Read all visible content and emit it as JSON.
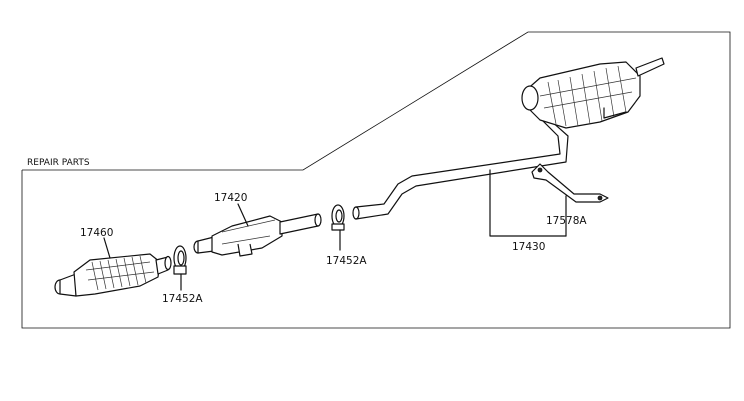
{
  "diagram": {
    "section_label": "REPAIR PARTS",
    "callouts": {
      "catalytic_converter": "17460",
      "front_gasket": "17452A",
      "front_pipe": "17420",
      "rear_gasket": "17452A",
      "tail_pipe_assembly": "17430",
      "support_bracket": "17578A"
    }
  }
}
